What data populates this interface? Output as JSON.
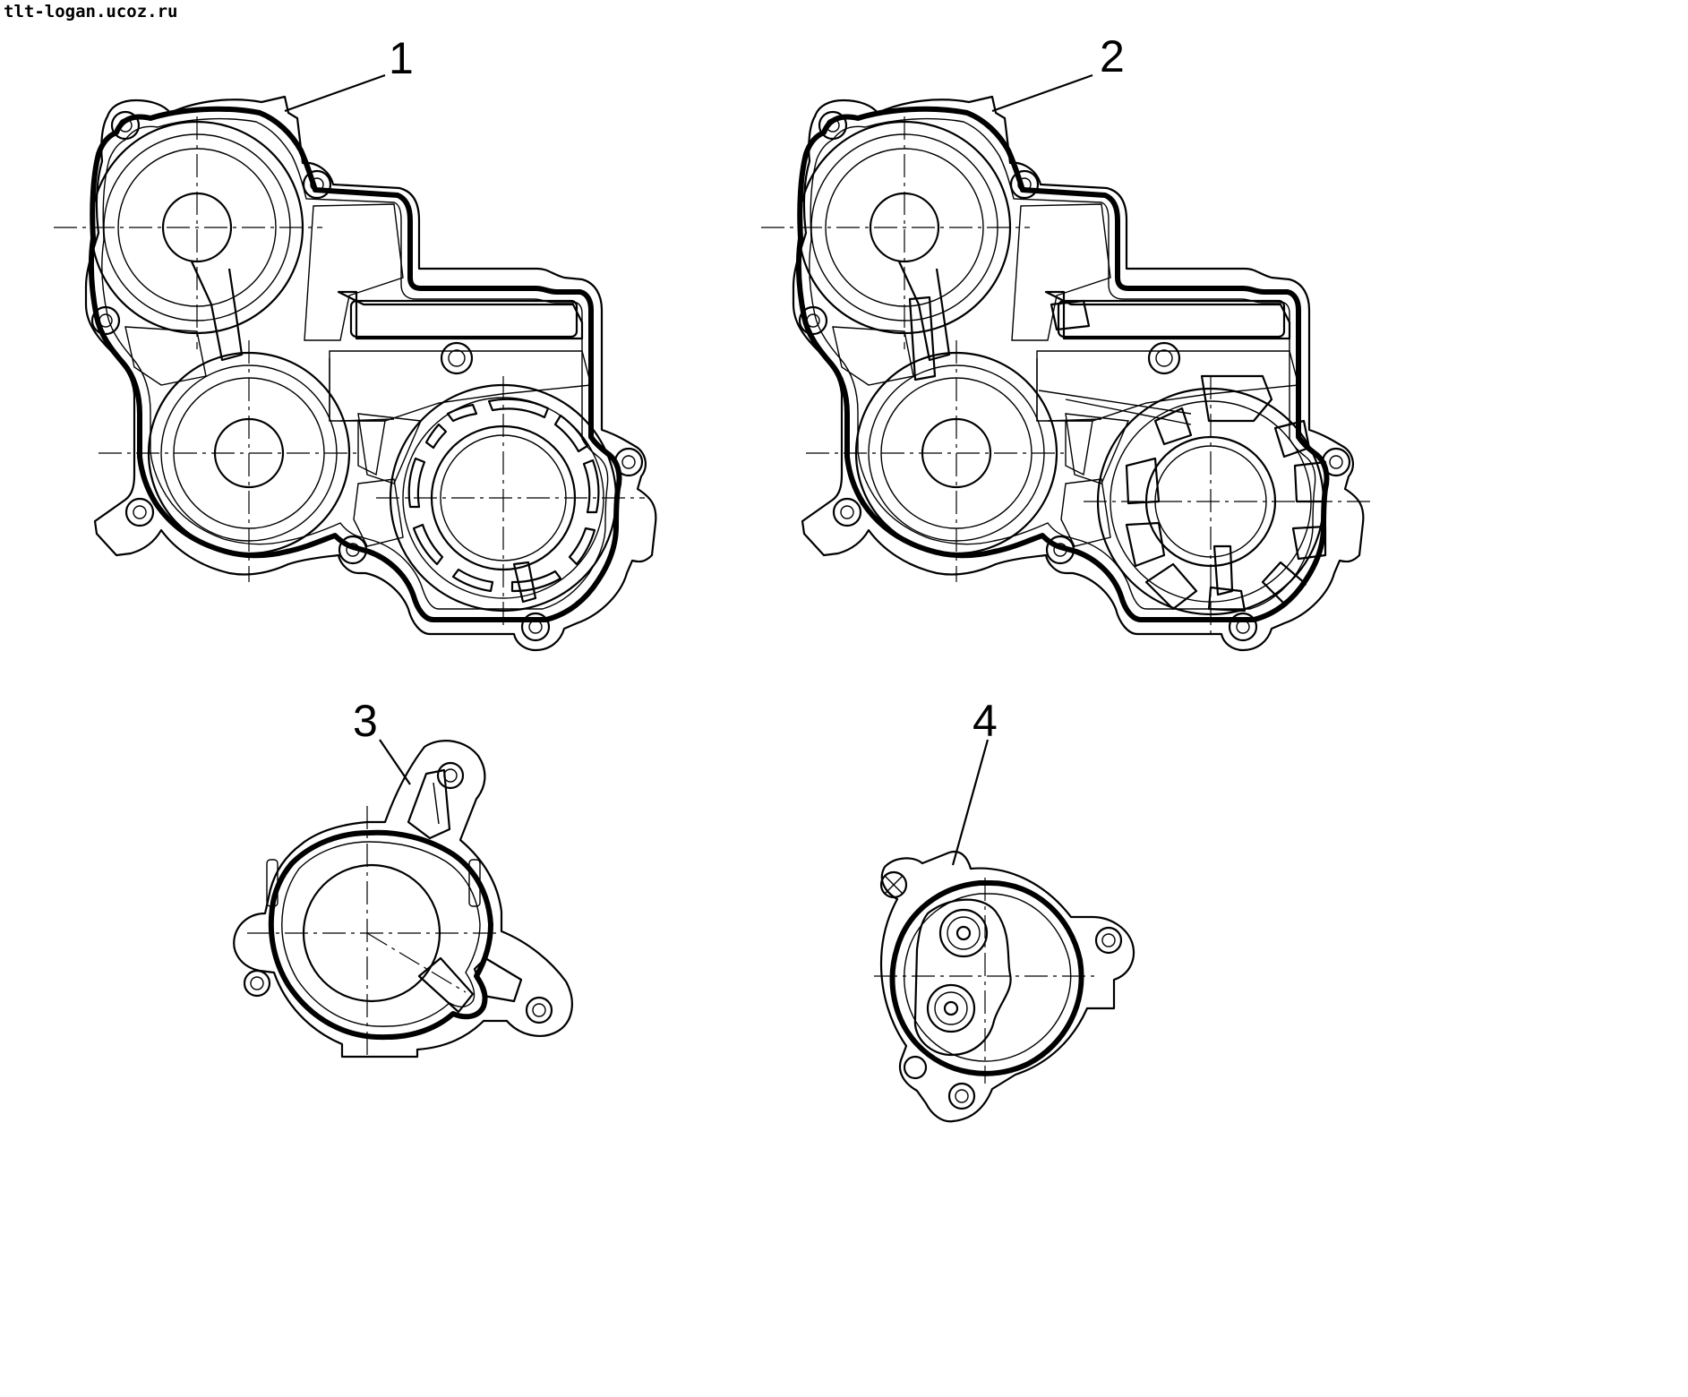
{
  "watermark": "tlt-logan.ucoz.ru",
  "callouts": [
    {
      "id": "1",
      "label": "1"
    },
    {
      "id": "2",
      "label": "2"
    },
    {
      "id": "3",
      "label": "3"
    },
    {
      "id": "4",
      "label": "4"
    }
  ]
}
